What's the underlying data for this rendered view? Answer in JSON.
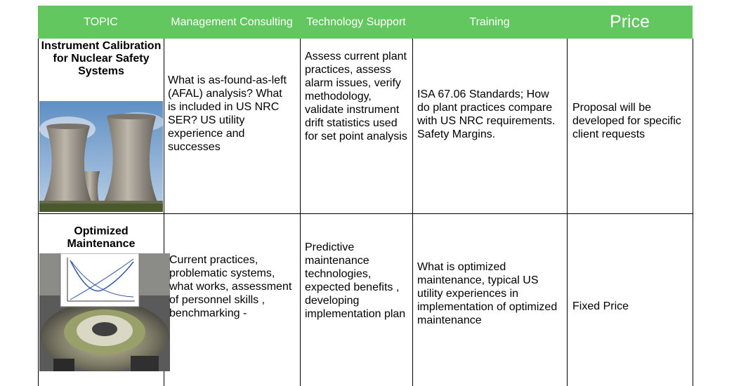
{
  "header": {
    "topic": "TOPIC",
    "management_consulting": "Management Consulting",
    "technology_support": "Technology Support",
    "training": "Training",
    "price": "Price"
  },
  "colors": {
    "header_bg": "#63c760",
    "header_text": "#ffffff"
  },
  "rows": [
    {
      "topic": "Instrument Calibration for Nuclear Safety Systems",
      "image": "cooling-towers-photo",
      "management_consulting": "What is as-found-as-left (AFAL) analysis? What is included in US NRC SER? US utility experience and successes",
      "technology_support": "Assess current plant practices, assess alarm issues, verify methodology, validate instrument drift statistics used for set point analysis",
      "training": "ISA 67.06 Standards; How do plant practices compare with US NRC requirements. Safety Margins.",
      "price": "Proposal will be developed for specific client requests"
    },
    {
      "topic": "Optimized Maintenance",
      "image": "reactor-vessel-photo",
      "management_consulting": "Current practices, problematic systems, what works, assessment of personnel skills , benchmarking -",
      "technology_support": "Predictive maintenance technologies, expected benefits , developing implementation plan",
      "training": "What is optimized maintenance, typical US utility experiences in implementation of optimized maintenance",
      "price": "Fixed Price"
    }
  ]
}
